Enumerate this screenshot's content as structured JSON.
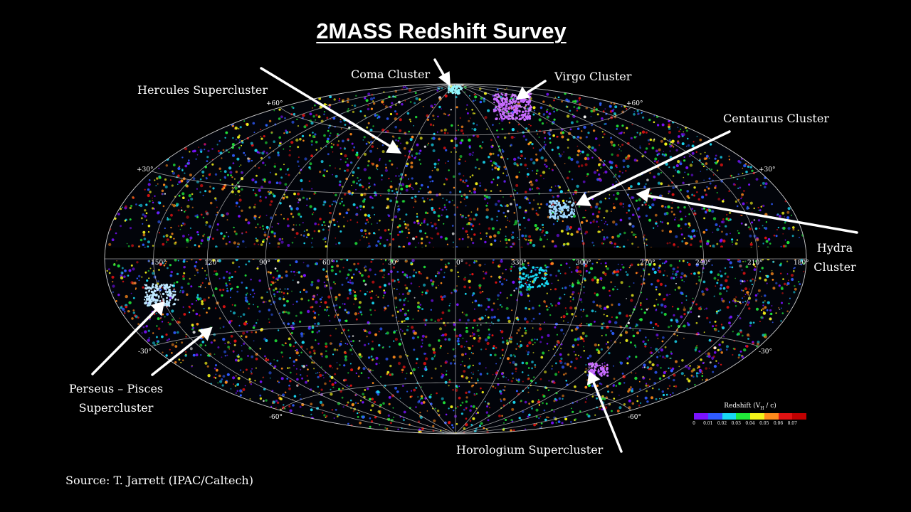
{
  "title": "2MASS Redshift Survey",
  "source": "Source: T. Jarrett (IPAC/Caltech)",
  "labels": {
    "coma": "Coma Cluster",
    "virgo": "Virgo Cluster",
    "hercules": "Hercules Supercluster",
    "centaurus": "Centaurus Cluster",
    "hydra_line1": "Hydra",
    "hydra_line2": "Cluster",
    "perseus_line1": "Perseus – Pisces",
    "perseus_line2": "Supercluster",
    "horologium": "Horologium Supercluster"
  },
  "longitude_ticks": [
    "150°",
    "120°",
    "90°",
    "60°",
    "30°",
    "0°",
    "330°",
    "300°",
    "270°",
    "240°",
    "210°",
    "180°"
  ],
  "latitude_ticks": {
    "n60": "+60°",
    "n30": "+30°",
    "s30": "-30°",
    "s60": "-60°"
  },
  "legend": {
    "title": "Redshift (V",
    "title_sub": "H",
    "title_end": " / c)",
    "colors": [
      "#7a12ff",
      "#2f5bff",
      "#19d8f2",
      "#21e83a",
      "#f2f21a",
      "#ff8a1c",
      "#e01212",
      "#c00000"
    ],
    "ticks": [
      "0",
      "0.01",
      "0.02",
      "0.03",
      "0.04",
      "0.05",
      "0.06",
      "0.07"
    ]
  },
  "colors": {
    "background": "#000000",
    "grid": "#cfcfcf",
    "galaxy_palette": [
      "#7a12ff",
      "#2f5bff",
      "#19d8f2",
      "#21e83a",
      "#f2f21a",
      "#ff8a1c",
      "#e01212",
      "#ffffff"
    ]
  }
}
